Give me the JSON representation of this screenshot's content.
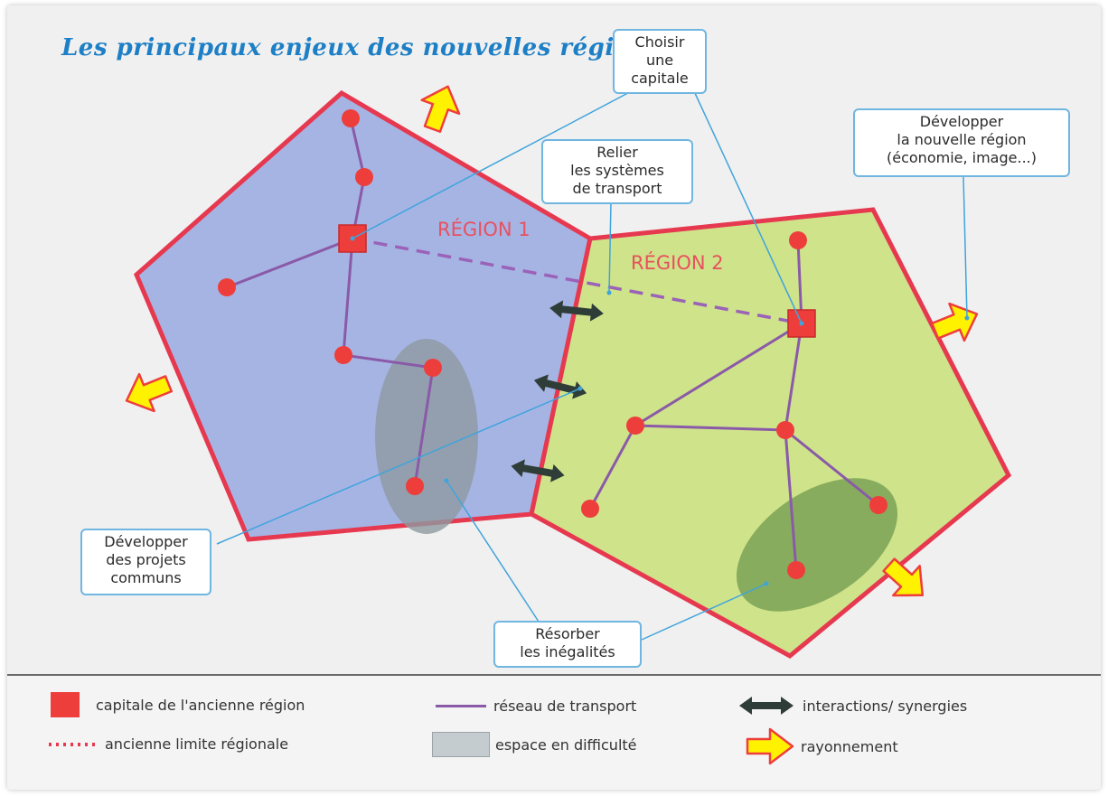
{
  "title": "Les principaux enjeux des nouvelles régions",
  "regions": {
    "region1_label": "RÉGION 1",
    "region2_label": "RÉGION 2"
  },
  "callouts": {
    "capitale": [
      "Choisir",
      "une",
      "capitale"
    ],
    "transport": [
      "Relier",
      "les systèmes",
      "de transport"
    ],
    "developper_region": [
      "Développer",
      "la nouvelle région",
      "(économie, image...)"
    ],
    "projets": [
      "Développer",
      "des projets",
      "communs"
    ],
    "inegalites": [
      "Résorber",
      "les inégalités"
    ]
  },
  "legend": {
    "capitale": "capitale de l'ancienne région",
    "limite": "ancienne limite régionale",
    "reseau": "réseau de transport",
    "espace": "espace en difficulté",
    "interactions": "interactions/ synergies",
    "rayonnement": "rayonnement"
  },
  "colors": {
    "region1_fill": "#a6b4e4",
    "region2_fill": "#cfe38a",
    "region_border": "#e63950",
    "city": "#ee3e3c",
    "network": "#8a5aa8",
    "difficulty": "#8e9aa0",
    "callout_border": "#6fb6e0",
    "arrow_fill": "#fff200",
    "arrow_stroke": "#ee3e3c",
    "synergy": "#2f3d38",
    "title": "#1d7fc6"
  }
}
